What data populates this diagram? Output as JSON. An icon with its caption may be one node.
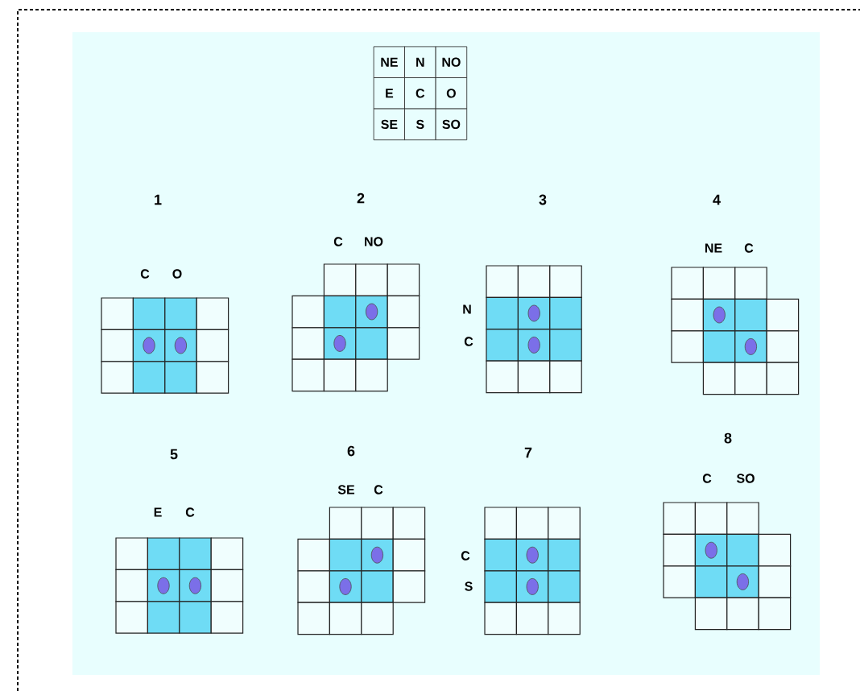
{
  "diagram": {
    "labels": [
      "NE",
      "N",
      "NO",
      "E",
      "C",
      "O",
      "SE",
      "S",
      "SO",
      "1",
      "C",
      "O",
      "2",
      "C",
      "NO",
      "3",
      "N",
      "C",
      "4",
      "NE",
      "C",
      "5",
      "E",
      "C",
      "6",
      "SE",
      "C",
      "7",
      "C",
      "S",
      "8",
      "C",
      "SO"
    ]
  }
}
